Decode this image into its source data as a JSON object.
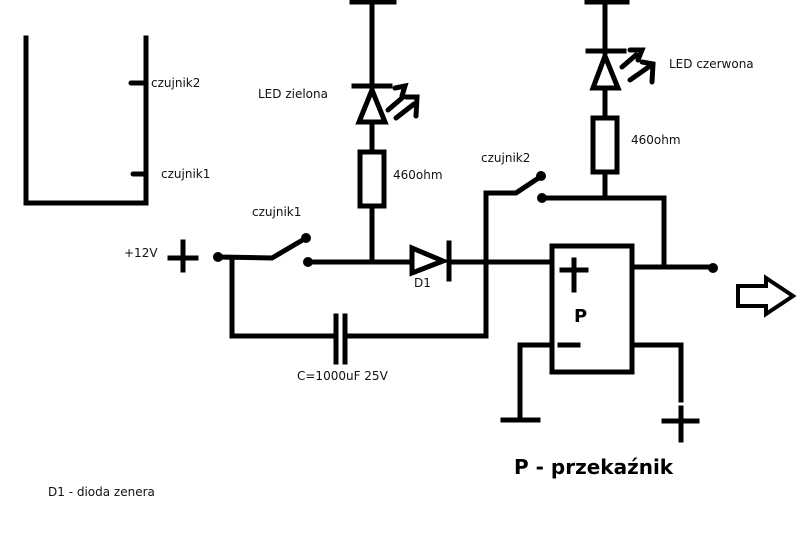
{
  "diagram": {
    "type": "circuit-schematic",
    "labels": {
      "tank_sensor2": "czujnik2",
      "tank_sensor1": "czujnik1",
      "led_green": "LED zielona",
      "led_red": "LED czerwona",
      "resistor_green": "460ohm",
      "resistor_red": "460ohm",
      "switch1": "czujnik1",
      "switch2": "czujnik2",
      "supply": "+12V",
      "diode": "D1",
      "capacitor": "C=1000uF 25V",
      "relay_letter": "P",
      "relay_caption": "P - przekaźnik",
      "legend_d1": "D1 - dioda zenera"
    },
    "components": [
      {
        "id": "tank",
        "kind": "container",
        "sensors": [
          "czujnik2",
          "czujnik1"
        ]
      },
      {
        "id": "led-green",
        "kind": "led",
        "label": "LED zielona"
      },
      {
        "id": "r1",
        "kind": "resistor",
        "value": "460ohm"
      },
      {
        "id": "led-red",
        "kind": "led",
        "label": "LED czerwona"
      },
      {
        "id": "r2",
        "kind": "resistor",
        "value": "460ohm"
      },
      {
        "id": "sw1",
        "kind": "switch",
        "label": "czujnik1"
      },
      {
        "id": "sw2",
        "kind": "switch",
        "label": "czujnik2"
      },
      {
        "id": "d1",
        "kind": "zener-diode",
        "label": "D1"
      },
      {
        "id": "c1",
        "kind": "capacitor",
        "value": "C=1000uF 25V"
      },
      {
        "id": "p",
        "kind": "relay",
        "label": "P"
      },
      {
        "id": "out",
        "kind": "output-arrow"
      }
    ]
  }
}
